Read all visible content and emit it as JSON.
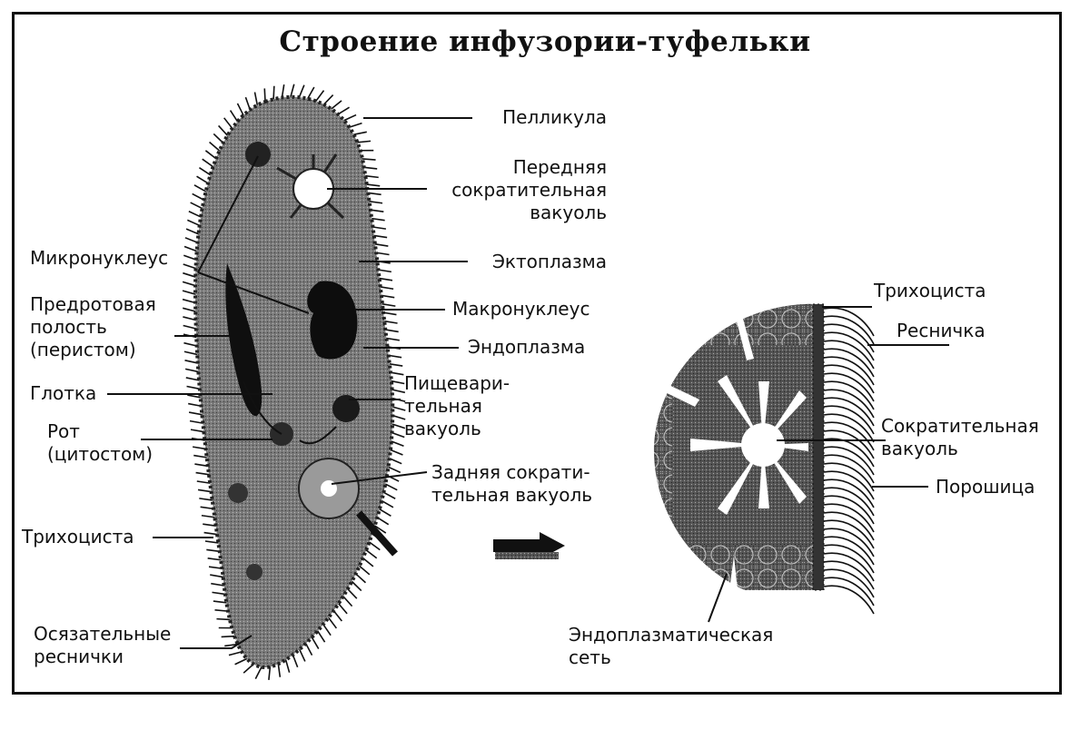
{
  "title": "Строение инфузории-туфельки",
  "colors": {
    "ink": "#111111",
    "body_fill": "#6e6e6e",
    "endoplasm_fill": "#8a8a8a",
    "nucleus": "#0d0d0d",
    "vacuole": "#ffffff",
    "background": "#ffffff"
  },
  "whole_cell": {
    "labels_right": [
      {
        "id": "pellicle",
        "text": "Пелликула"
      },
      {
        "id": "anterior-contractile-vacuole",
        "text": "Передняя\nсократительная\nвакуоль"
      },
      {
        "id": "ectoplasm",
        "text": "Эктоплазма"
      },
      {
        "id": "macronucleus",
        "text": "Макронуклеус"
      },
      {
        "id": "endoplasm",
        "text": "Эндоплазма"
      },
      {
        "id": "digestive-vacuole",
        "text": "Пищевари-\nтельная\nвакуоль"
      },
      {
        "id": "posterior-contractile-vacuole",
        "text": "Задняя сократи-\nтельная вакуоль"
      }
    ],
    "labels_left": [
      {
        "id": "micronucleus",
        "text": "Микронуклеус"
      },
      {
        "id": "peristome",
        "text": "Предротовая\nполость\n(перистом)"
      },
      {
        "id": "pharynx",
        "text": "Глотка"
      },
      {
        "id": "mouth",
        "text": "Рот\n(цитостом)"
      },
      {
        "id": "trichocyst",
        "text": "Трихоциста"
      },
      {
        "id": "tactile-cilia",
        "text": "Осязательные\nреснички"
      }
    ]
  },
  "detail_view": {
    "arrow_icon": "right-arrow-icon",
    "labels": [
      {
        "id": "detail-trichocyst",
        "text": "Трихоциста"
      },
      {
        "id": "detail-cilium",
        "text": "Ресничка"
      },
      {
        "id": "detail-contractile-vacuole",
        "text": "Сократительная\nвакуоль"
      },
      {
        "id": "detail-pore",
        "text": "Порошица"
      },
      {
        "id": "detail-er",
        "text": "Эндоплазматическая\nсеть"
      }
    ]
  }
}
